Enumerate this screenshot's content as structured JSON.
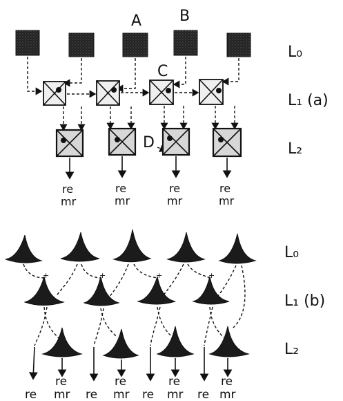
{
  "top_panel": {
    "layer_labels": [
      "L₀",
      "L₁ (a)",
      "L₂"
    ],
    "unit_labels": [
      "A",
      "B",
      "C",
      "D"
    ],
    "outputs": [
      {
        "line1": "re",
        "line2": "mr"
      },
      {
        "line1": "re",
        "line2": "mr"
      },
      {
        "line1": "re",
        "line2": "mr"
      },
      {
        "line1": "re",
        "line2": "mr"
      }
    ]
  },
  "bottom_panel": {
    "layer_labels": [
      "L₀",
      "L₁ (b)",
      "L₂"
    ],
    "outputs": [
      {
        "line1": "re",
        "line2": ""
      },
      {
        "line1": "re",
        "line2": "mr"
      },
      {
        "line1": "re",
        "line2": ""
      },
      {
        "line1": "re",
        "line2": "mr"
      },
      {
        "line1": "re",
        "line2": ""
      },
      {
        "line1": "re",
        "line2": "mr"
      },
      {
        "line1": "re",
        "line2": ""
      },
      {
        "line1": "re",
        "line2": "mr"
      }
    ]
  }
}
